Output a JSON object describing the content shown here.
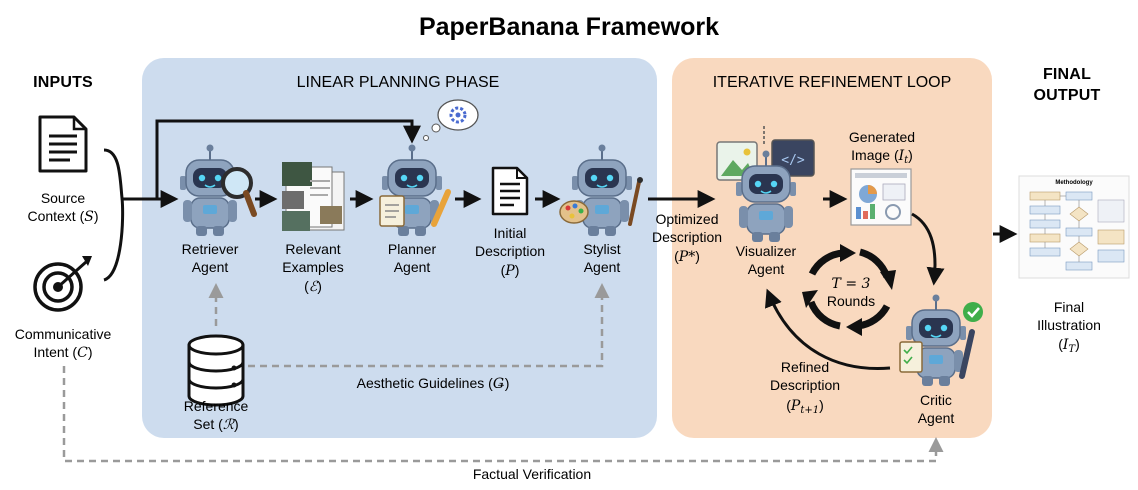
{
  "title": "PaperBanana Framework",
  "sections": {
    "inputs": "INPUTS",
    "linear": "LINEAR PLANNING PHASE",
    "loop": "ITERATIVE REFINEMENT LOOP",
    "final_1": "FINAL",
    "final_2": "OUTPUT"
  },
  "inputs": {
    "source_1": "Source",
    "source_2": "Context (",
    "source_sym": "S",
    "intent_1": "Communicative",
    "intent_2": "Intent (",
    "intent_sym": "C",
    "close": ")"
  },
  "nodes": {
    "retriever_1": "Retriever",
    "retriever_2": "Agent",
    "examples_1": "Relevant",
    "examples_2": "Examples",
    "examples_sym": "ℰ",
    "planner_1": "Planner",
    "planner_2": "Agent",
    "initial_1": "Initial",
    "initial_2": "Description",
    "initial_sym": "P",
    "stylist_1": "Stylist",
    "stylist_2": "Agent",
    "reference_1": "Reference",
    "reference_2": "Set (",
    "reference_sym": "ℛ",
    "optimized_1": "Optimized",
    "optimized_2": "Description",
    "optimized_sym": "P*",
    "visualizer_1": "Visualizer",
    "visualizer_2": "Agent",
    "generated_1": "Generated",
    "generated_2": "Image (",
    "generated_sym": "I",
    "generated_sub": "t",
    "rounds_1": "T = 3",
    "rounds_2": "Rounds",
    "refined_1": "Refined",
    "refined_2": "Description",
    "refined_sym": "P",
    "refined_sub": "t+1",
    "critic_1": "Critic",
    "critic_2": "Agent",
    "final_1": "Final",
    "final_2": "Illustration",
    "final_sym": "I",
    "final_sub": "T",
    "final_thumb_title": "Methodology"
  },
  "edges": {
    "aesthetic": "Aesthetic Guidelines (",
    "aesthetic_sym": "Ǥ",
    "factual": "Factual Verification"
  },
  "colors": {
    "linear_bg": "#cddcee",
    "loop_bg": "#f9d9bf",
    "robot_body": "#8ea3be",
    "robot_face": "#2a3550",
    "robot_eye": "#56d6f5",
    "check": "#3fae4a",
    "dashed": "#999999"
  },
  "icons": {
    "source": "document-icon",
    "intent": "target-icon",
    "reference": "database-icon",
    "gear": "gear-icon",
    "cycle": "cycle-arrows-icon",
    "check": "check-badge-icon"
  }
}
